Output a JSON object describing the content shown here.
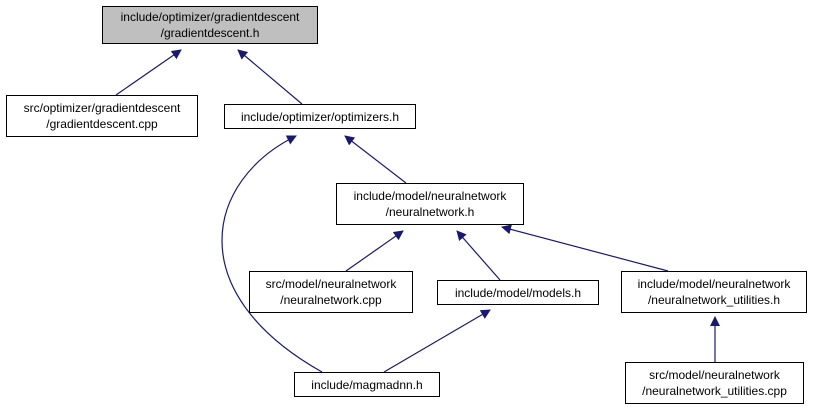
{
  "graph": {
    "colors": {
      "edge": "#191970",
      "root_fill": "#bfbfbf",
      "node_fill": "#ffffff",
      "border": "#000000"
    },
    "nodes": [
      {
        "id": "gd_h",
        "lines": [
          "include/optimizer/gradientdescent",
          "/gradientdescent.h"
        ],
        "root": true
      },
      {
        "id": "gd_cpp",
        "lines": [
          "src/optimizer/gradientdescent",
          "/gradientdescent.cpp"
        ]
      },
      {
        "id": "optimizers_h",
        "lines": [
          "include/optimizer/optimizers.h"
        ]
      },
      {
        "id": "nn_h",
        "lines": [
          "include/model/neuralnetwork",
          "/neuralnetwork.h"
        ]
      },
      {
        "id": "nn_cpp",
        "lines": [
          "src/model/neuralnetwork",
          "/neuralnetwork.cpp"
        ]
      },
      {
        "id": "models_h",
        "lines": [
          "include/model/models.h"
        ]
      },
      {
        "id": "nnu_h",
        "lines": [
          "include/model/neuralnetwork",
          "/neuralnetwork_utilities.h"
        ]
      },
      {
        "id": "magmadnn_h",
        "lines": [
          "include/magmadnn.h"
        ]
      },
      {
        "id": "nnu_cpp",
        "lines": [
          "src/model/neuralnetwork",
          "/neuralnetwork_utilities.cpp"
        ]
      }
    ],
    "edges": [
      {
        "from": "gd_cpp",
        "to": "gd_h"
      },
      {
        "from": "optimizers_h",
        "to": "gd_h"
      },
      {
        "from": "nn_h",
        "to": "optimizers_h"
      },
      {
        "from": "magmadnn_h",
        "to": "optimizers_h"
      },
      {
        "from": "nn_cpp",
        "to": "nn_h"
      },
      {
        "from": "models_h",
        "to": "nn_h"
      },
      {
        "from": "nnu_h",
        "to": "nn_h"
      },
      {
        "from": "magmadnn_h",
        "to": "models_h"
      },
      {
        "from": "nnu_cpp",
        "to": "nnu_h"
      }
    ]
  }
}
